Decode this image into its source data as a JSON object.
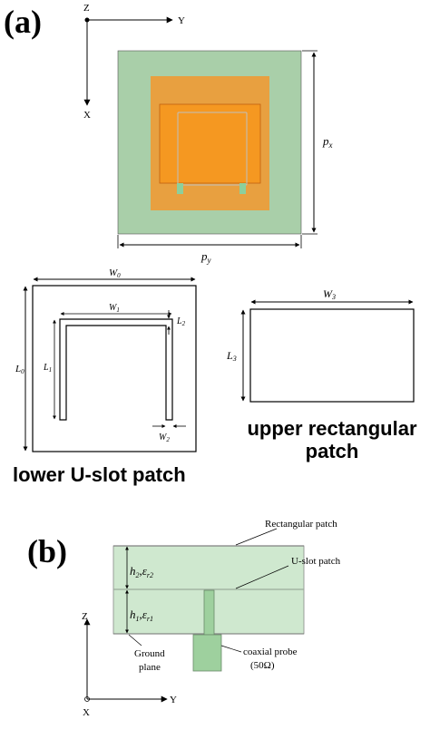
{
  "panel_a": {
    "label": "(a)",
    "axes": {
      "z": "Z",
      "y": "Y",
      "x": "X"
    },
    "dim_px": "p",
    "dim_px_sub": "x",
    "dim_py": "p",
    "dim_py_sub": "y"
  },
  "lower_patch": {
    "w0": "W",
    "w0_sub": "0",
    "l0": "L",
    "l0_sub": "0",
    "w1": "W",
    "w1_sub": "1",
    "l1": "L",
    "l1_sub": "1",
    "l2": "L",
    "l2_sub": "2",
    "w2": "W",
    "w2_sub": "2",
    "caption": "lower U-slot patch"
  },
  "upper_patch": {
    "w3": "W",
    "w3_sub": "3",
    "l3": "L",
    "l3_sub": "3",
    "caption_line1": "upper rectangular",
    "caption_line2": "patch"
  },
  "panel_b": {
    "label": "(b)",
    "rect_patch": "Rectangular patch",
    "uslot_patch": "U-slot patch",
    "h2": "h",
    "h2_sub": "2",
    "er2": "ε",
    "er2_sub": "r2",
    "h1": "h",
    "h1_sub": "1",
    "er1": "ε",
    "er1_sub": "r1",
    "ground1": "Ground",
    "ground2": "plane",
    "probe1": "coaxial probe",
    "probe2": "(50Ω)",
    "axes": {
      "z": "Z",
      "y": "Y",
      "x": "X"
    }
  },
  "colors": {
    "substrate": "#a9cfa9",
    "patch_outer": "#e8a040",
    "patch_inner": "#f7961c",
    "slot": "#8ccf9c",
    "side_green": "#cfe8cf",
    "probe": "#9ed09e"
  }
}
